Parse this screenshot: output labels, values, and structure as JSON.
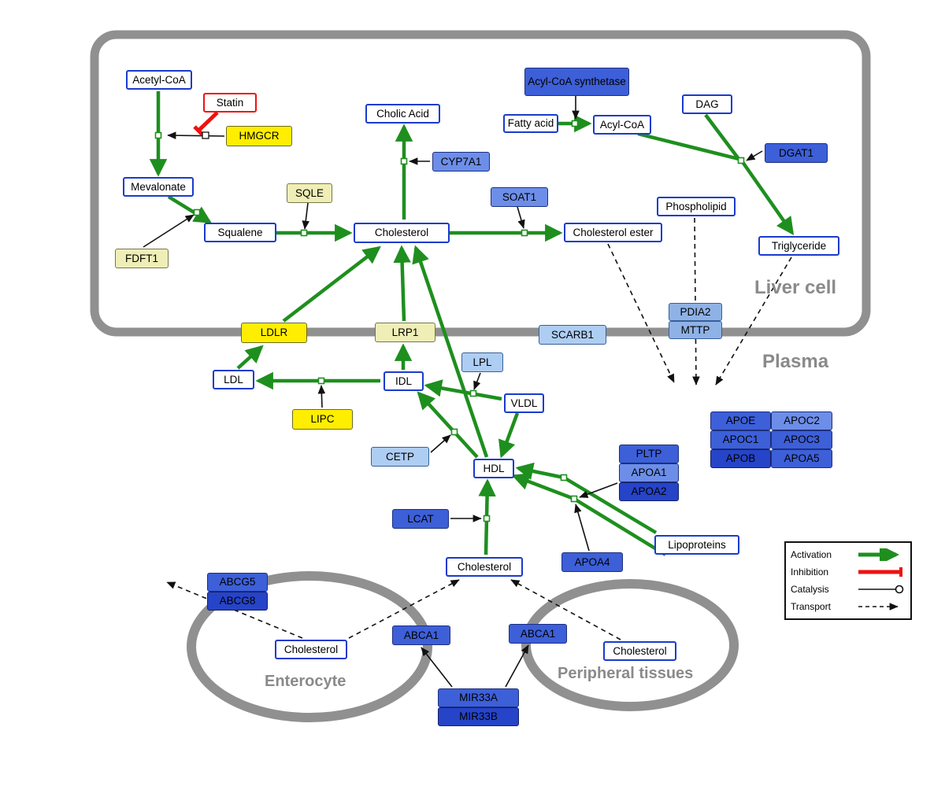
{
  "compartments": {
    "liver": "Liver cell",
    "plasma": "Plasma",
    "enterocyte": "Enterocyte",
    "peripheral": "Peripheral tissues"
  },
  "legend": {
    "activation": "Activation",
    "inhibition": "Inhibition",
    "catalysis": "Catalysis",
    "transport": "Transport"
  },
  "colors": {
    "activation_green": "#1e8f1e",
    "inhibition_red": "#ee1111",
    "membrane_gray": "#909090",
    "metabolite_border_blue": "#1a3bcc",
    "gene_yellow": "#ffee00",
    "gene_pale_yellow": "#eeeeb6",
    "gene_blue": "#3d5fd8",
    "gene_light_blue": "#aecdf2"
  },
  "nodes": {
    "acetyl_coa": "Acetyl-CoA",
    "statin": "Statin",
    "hmgcr": "HMGCR",
    "mevalonate": "Mevalonate",
    "sqle": "SQLE",
    "fdft1": "FDFT1",
    "squalene": "Squalene",
    "cholesterol_liver": "Cholesterol",
    "cholic_acid": "Cholic Acid",
    "cyp7a1": "CYP7A1",
    "acyl_coa_synthetase": "Acyl-CoA synthetase",
    "fatty_acid": "Fatty acid",
    "acyl_coa": "Acyl-CoA",
    "dag": "DAG",
    "dgat1": "DGAT1",
    "soat1": "SOAT1",
    "cholesterol_ester": "Cholesterol ester",
    "phospholipid": "Phospholipid",
    "triglyceride": "Triglyceride",
    "pdia2": "PDIA2",
    "mttp": "MTTP",
    "ldlr": "LDLR",
    "lrp1": "LRP1",
    "scarb1": "SCARB1",
    "ldl": "LDL",
    "idl": "IDL",
    "lpl": "LPL",
    "vldl": "VLDL",
    "lipc": "LIPC",
    "cetp": "CETP",
    "hdl": "HDL",
    "pltp": "PLTP",
    "apoa1": "APOA1",
    "apoa2": "APOA2",
    "apoe": "APOE",
    "apoc2": "APOC2",
    "apoc1": "APOC1",
    "apoc3": "APOC3",
    "apob": "APOB",
    "apoa5": "APOA5",
    "lcat": "LCAT",
    "apoa4": "APOA4",
    "lipoproteins": "Lipoproteins",
    "cholesterol_plasma": "Cholesterol",
    "abcg5": "ABCG5",
    "abcg8": "ABCG8",
    "cholesterol_enterocyte": "Cholesterol",
    "abca1_enterocyte": "ABCA1",
    "abca1_peripheral": "ABCA1",
    "cholesterol_peripheral": "Cholesterol",
    "mir33a": "MIR33A",
    "mir33b": "MIR33B"
  }
}
